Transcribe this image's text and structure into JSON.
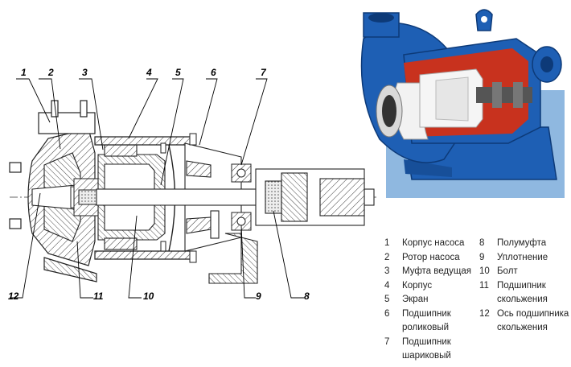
{
  "callouts": [
    {
      "n": "1"
    },
    {
      "n": "2"
    },
    {
      "n": "3"
    },
    {
      "n": "4"
    },
    {
      "n": "5"
    },
    {
      "n": "6"
    },
    {
      "n": "7"
    },
    {
      "n": "8"
    },
    {
      "n": "9"
    },
    {
      "n": "10"
    },
    {
      "n": "11"
    },
    {
      "n": "12"
    }
  ],
  "legend": {
    "col1": [
      {
        "num": "1",
        "lines": [
          "Корпус насоса"
        ]
      },
      {
        "num": "2",
        "lines": [
          "Ротор насоса"
        ]
      },
      {
        "num": "3",
        "lines": [
          "Муфта ведущая"
        ]
      },
      {
        "num": "4",
        "lines": [
          "Корпус"
        ]
      },
      {
        "num": "5",
        "lines": [
          "Экран"
        ]
      },
      {
        "num": "6",
        "lines": [
          "Подшипник",
          "роликовый"
        ]
      },
      {
        "num": "7",
        "lines": [
          "Подшипник",
          "шариковый"
        ]
      }
    ],
    "col2": [
      {
        "num": "8",
        "lines": [
          "Полумуфта"
        ]
      },
      {
        "num": "9",
        "lines": [
          "Уплотнение"
        ]
      },
      {
        "num": "10",
        "lines": [
          "Болт"
        ]
      },
      {
        "num": "11",
        "lines": [
          "Подшипник",
          "скольжения"
        ]
      },
      {
        "num": "12",
        "lines": [
          "Ось подшипника",
          "скольжения"
        ]
      }
    ]
  },
  "colors": {
    "pump_blue": "#1e5fb4",
    "cutaway_red": "#c8321e",
    "liner_white": "#f2f2f2",
    "background_blue": "#8fb8e0",
    "hatch": "#333333"
  }
}
